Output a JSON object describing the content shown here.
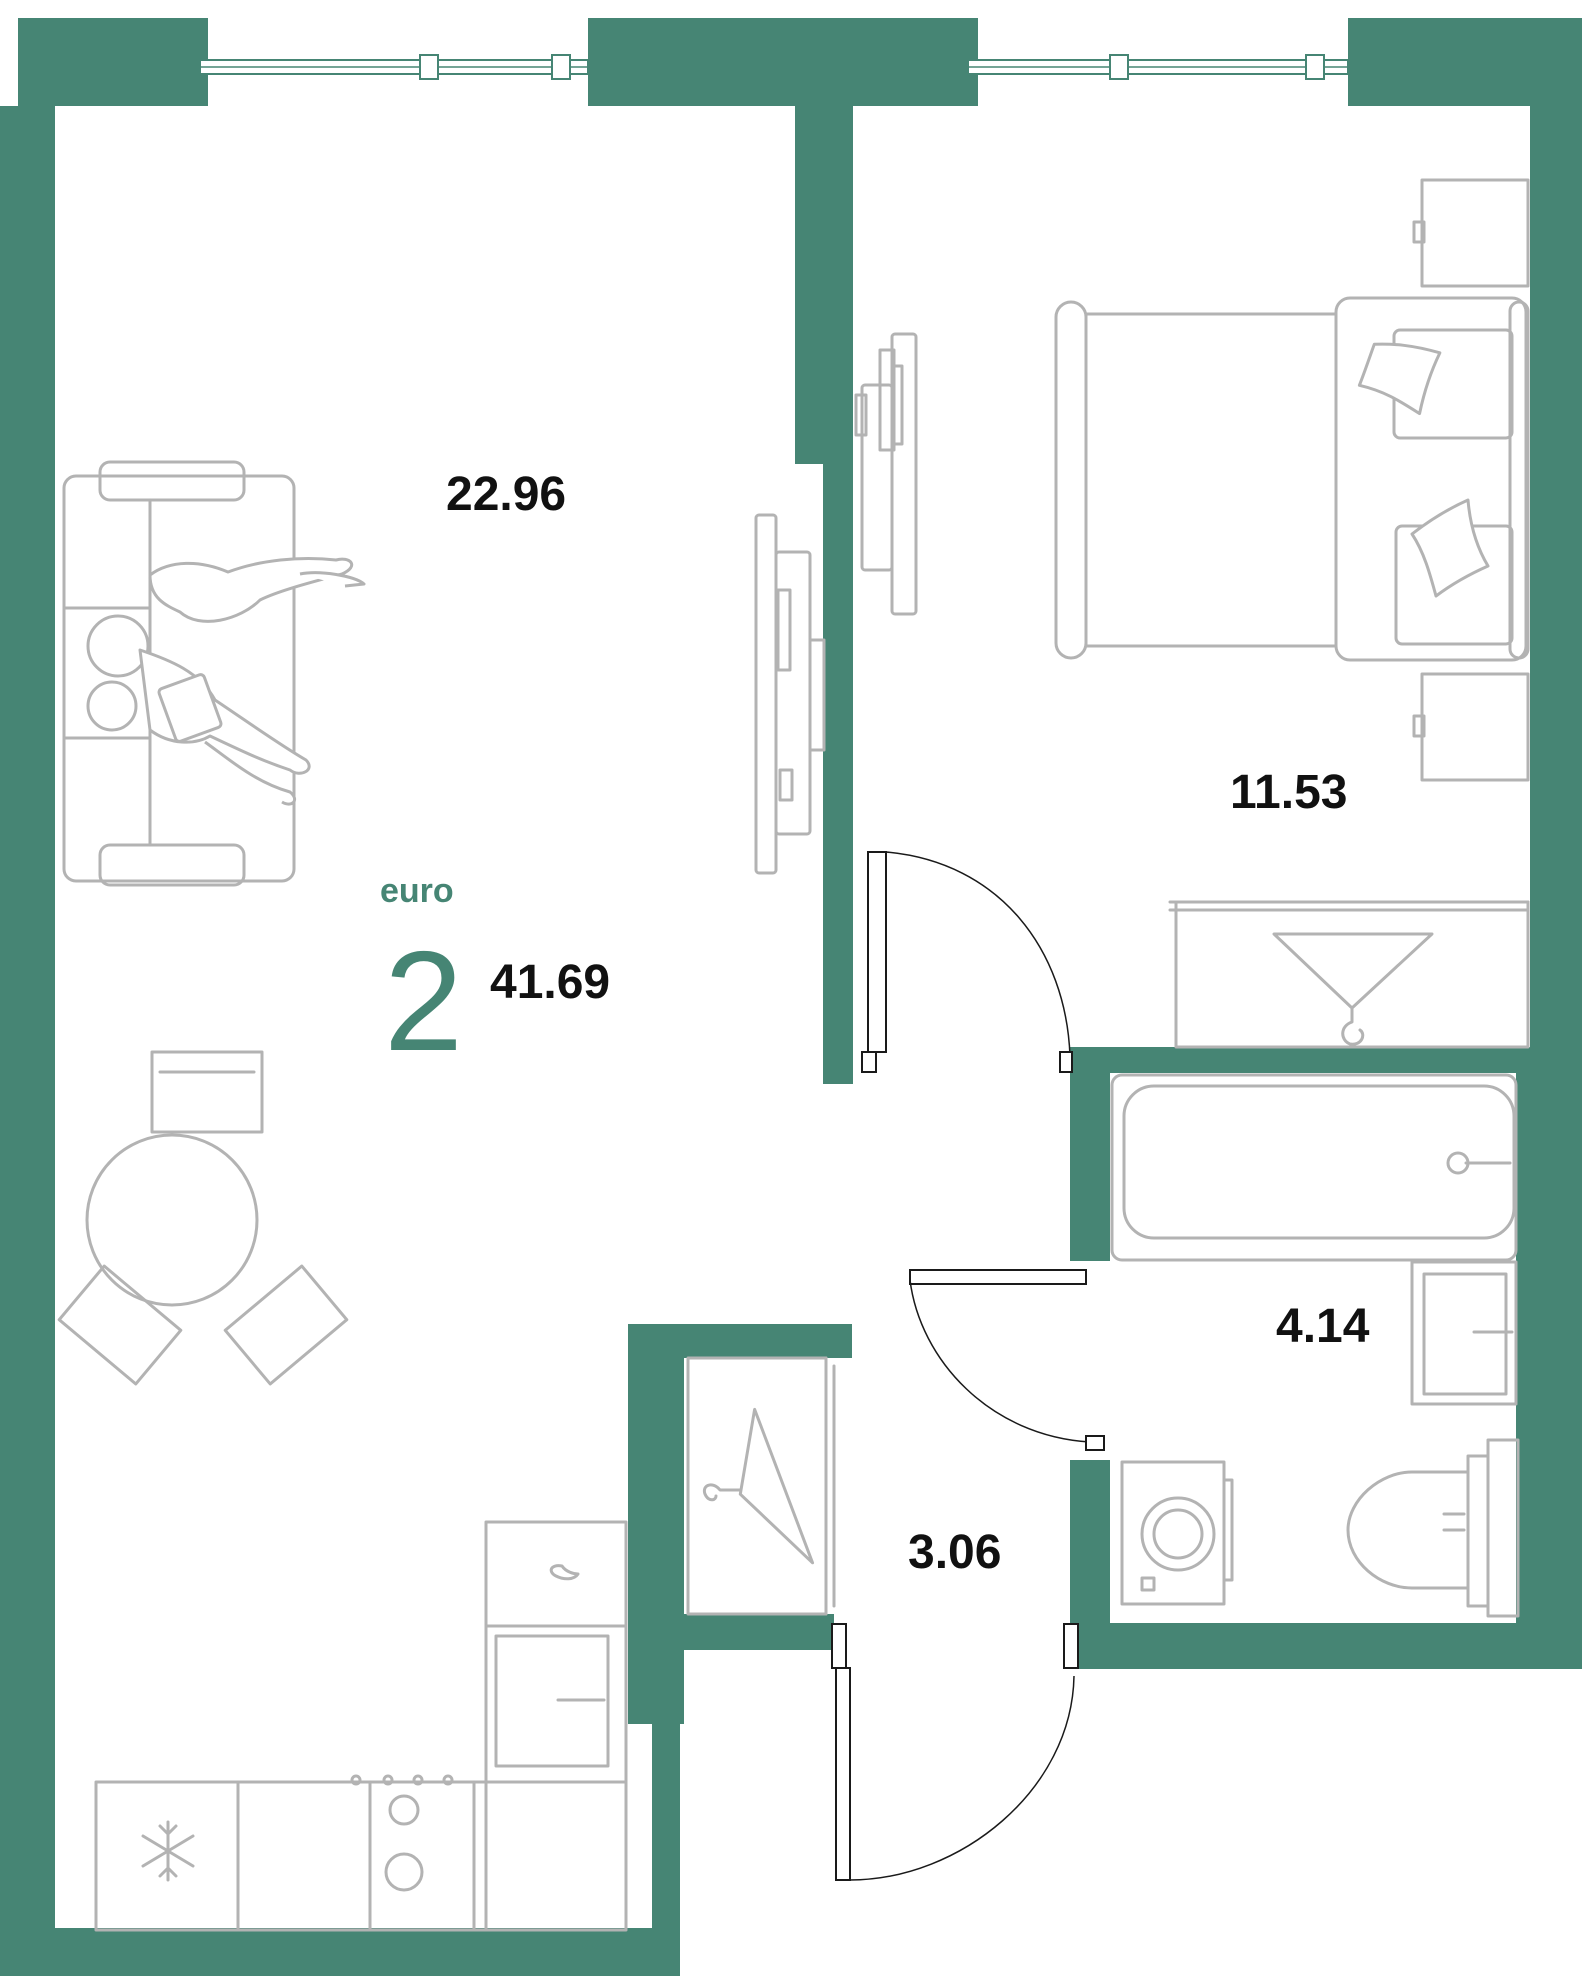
{
  "colors": {
    "wall": "#468574",
    "accent": "#468574",
    "furniture": "#b3b3b3",
    "text": "#111111"
  },
  "unit": {
    "type_label": "euro",
    "rooms": "2",
    "total_area": "41.69"
  },
  "rooms": [
    {
      "name": "living-kitchen",
      "area": "22.96"
    },
    {
      "name": "bedroom",
      "area": "11.53"
    },
    {
      "name": "bathroom",
      "area": "4.14"
    },
    {
      "name": "hallway",
      "area": "3.06"
    }
  ],
  "icons": [
    "sofa-icon",
    "people-icon",
    "tv-icon",
    "bed-icon",
    "pillow-icon",
    "nightstand-icon",
    "wardrobe-icon",
    "hanger-icon",
    "dining-table-icon",
    "chair-icon",
    "kitchen-icon",
    "fridge-snowflake-icon",
    "stove-icon",
    "sink-icon",
    "bathtub-icon",
    "washing-machine-icon",
    "toilet-icon",
    "door-icon",
    "window-icon"
  ]
}
